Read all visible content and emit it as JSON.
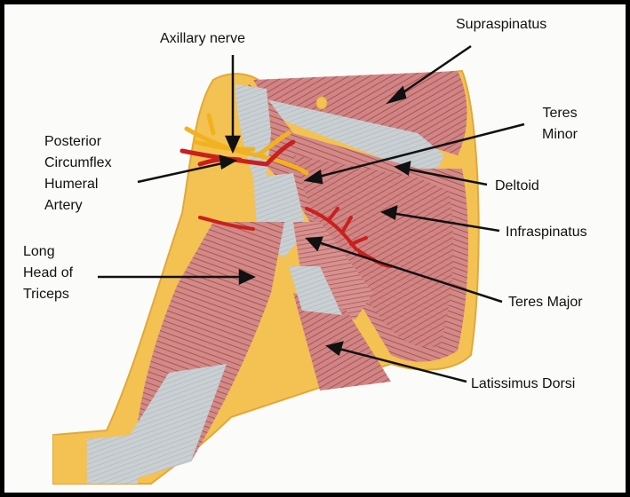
{
  "labels": {
    "supraspinatus": "Supraspinatus",
    "axillary_nerve": "Axillary nerve",
    "teres_minor": [
      "Teres",
      "Minor"
    ],
    "posterior_circumflex_humeral_artery": [
      "Posterior",
      "Circumflex",
      "Humeral",
      "Artery"
    ],
    "deltoid": "Deltoid",
    "infraspinatus": "Infraspinatus",
    "long_head_of_triceps": [
      "Long",
      "Head of",
      "Triceps"
    ],
    "teres_major": "Teres Major",
    "latissimus_dorsi": "Latissimus Dorsi"
  },
  "colors": {
    "muscle": "#c97878",
    "muscle_stripe": "#b04848",
    "tendon": "#c7cdd0",
    "fat": "#f2c14e",
    "artery": "#c9201e",
    "nerve": "#f2b21e",
    "leader": "#111111",
    "frame": "#000000"
  }
}
